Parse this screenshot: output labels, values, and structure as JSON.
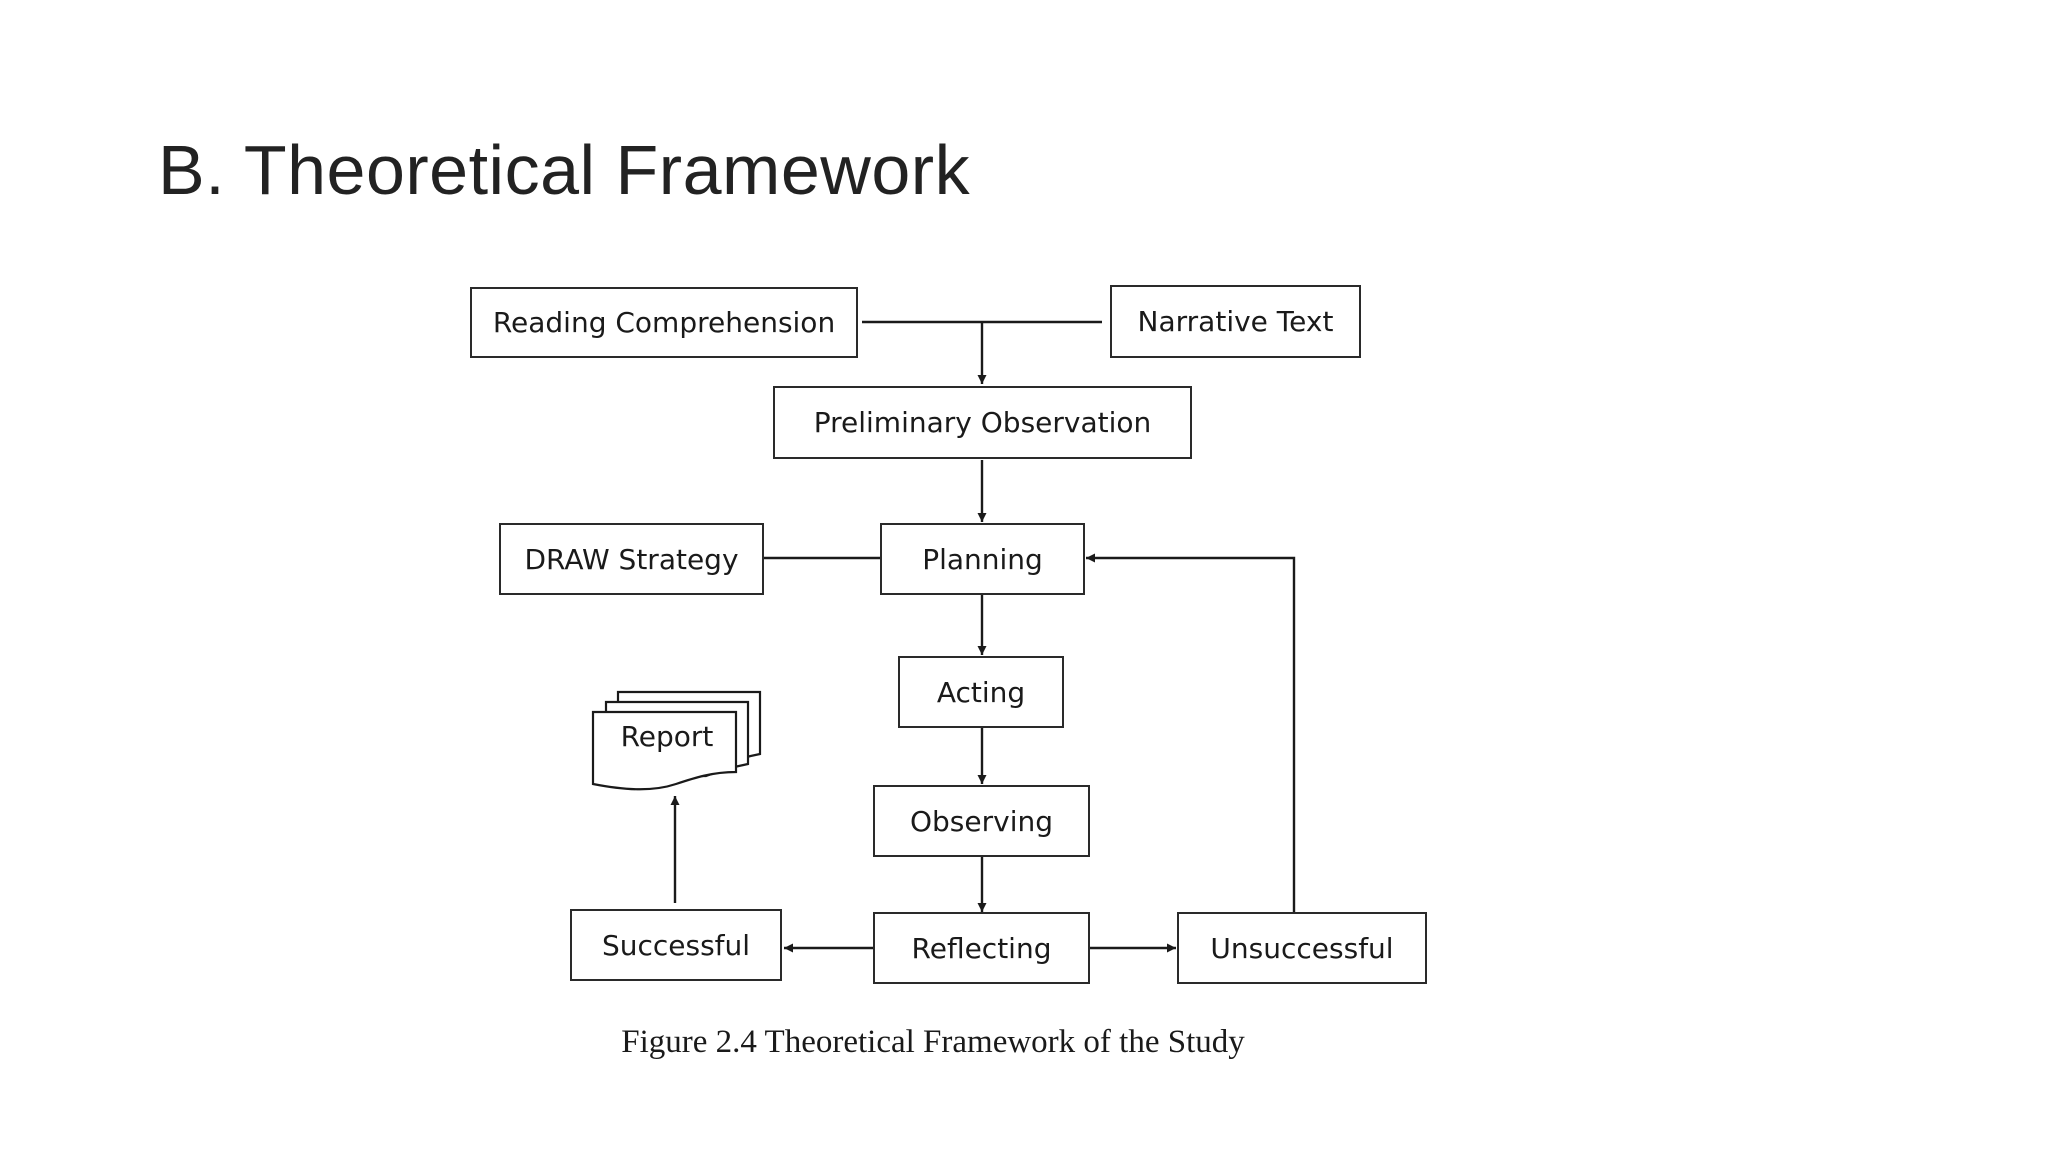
{
  "slide": {
    "title": "B. Theoretical Framework"
  },
  "diagram": {
    "nodes": {
      "reading_comprehension": "Reading Comprehension",
      "narrative_text": "Narrative Text",
      "preliminary_observation": "Preliminary Observation",
      "draw_strategy": "DRAW Strategy",
      "planning": "Planning",
      "acting": "Acting",
      "observing": "Observing",
      "reflecting": "Reflecting",
      "successful": "Successful",
      "unsuccessful": "Unsuccessful",
      "report": "Report"
    },
    "caption": "Figure 2.4 Theoretical Framework of the Study",
    "line_color": "#1a1a1a"
  }
}
